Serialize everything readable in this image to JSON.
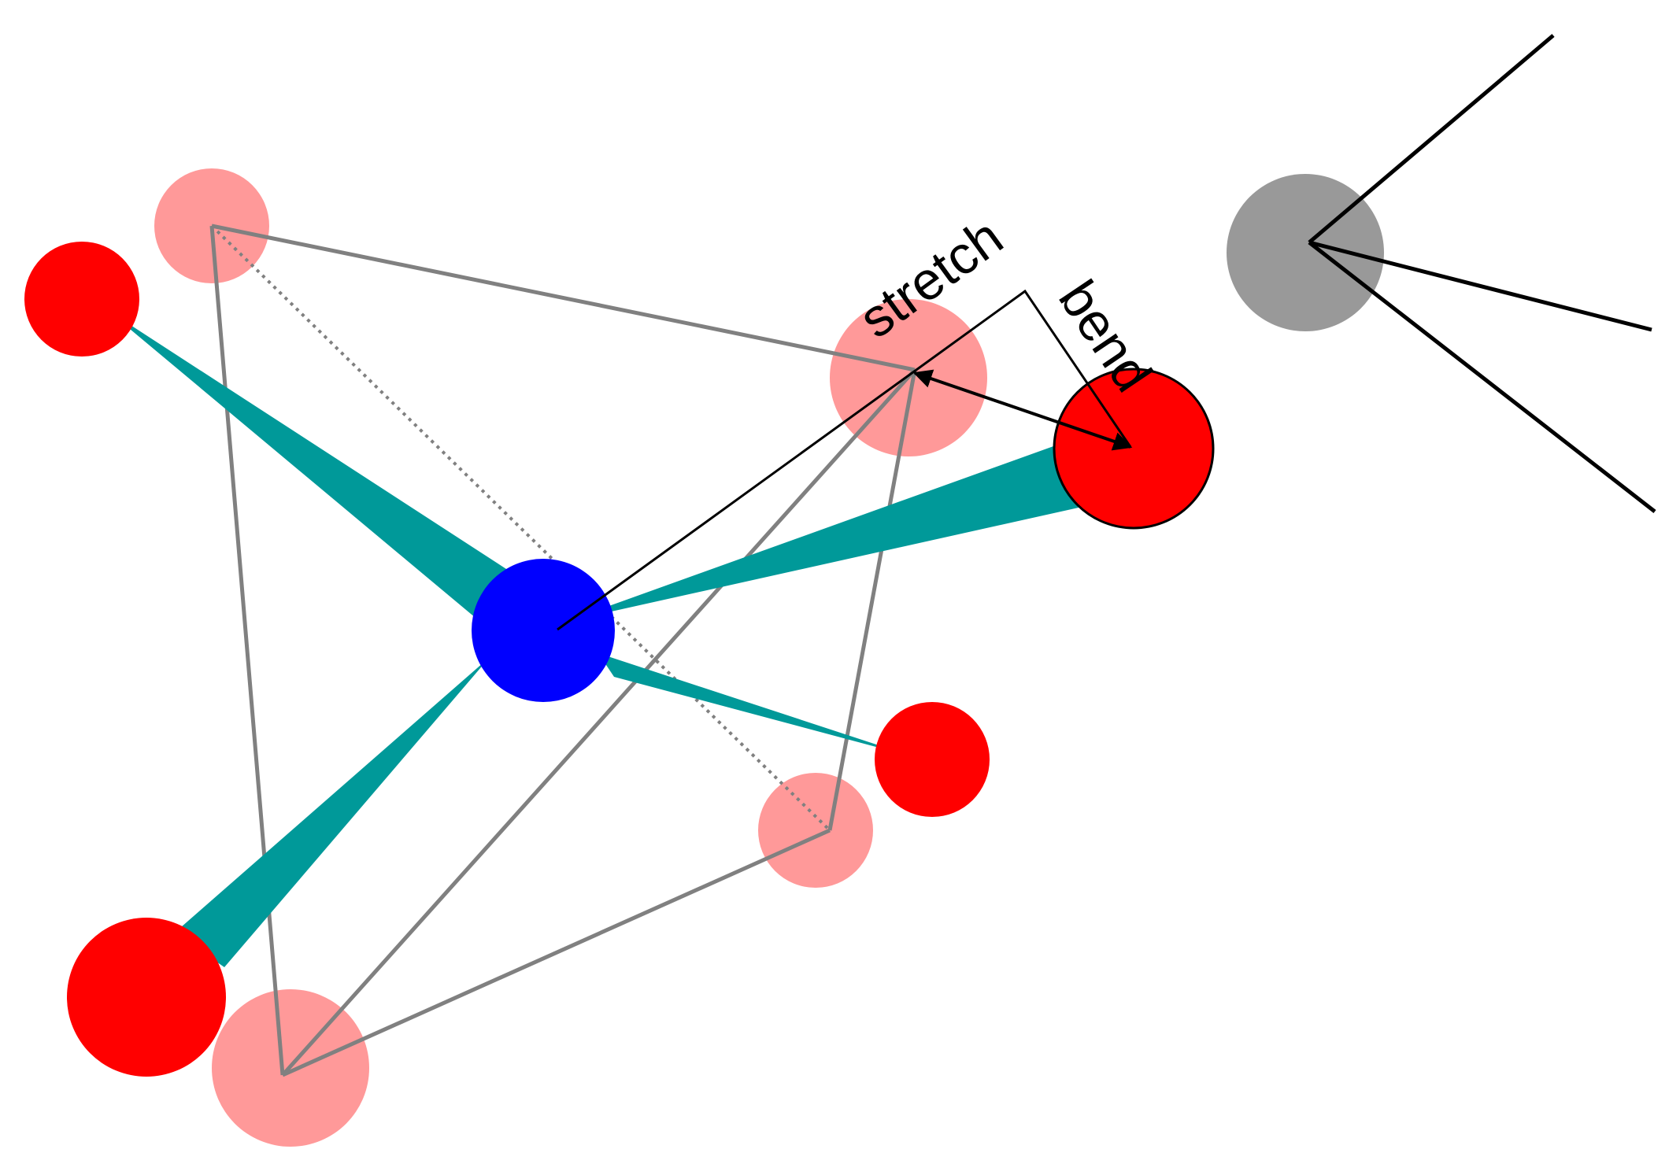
{
  "labels": {
    "stretch": "stretch",
    "bend": "bend"
  },
  "colors": {
    "central_atom": "#0000ff",
    "front_ligand": "#ff0000",
    "back_ligand": "#ff9999",
    "bond_wedge": "#009999",
    "polyhedron_edge": "#808080",
    "reference_atom": "#999999",
    "reference_bonds": "#000000",
    "vector_lines": "#000000"
  },
  "icons": {
    "central_atom": "circle",
    "ligand_atom": "circle",
    "bond": "wedge",
    "displacement": "double-arrow"
  }
}
